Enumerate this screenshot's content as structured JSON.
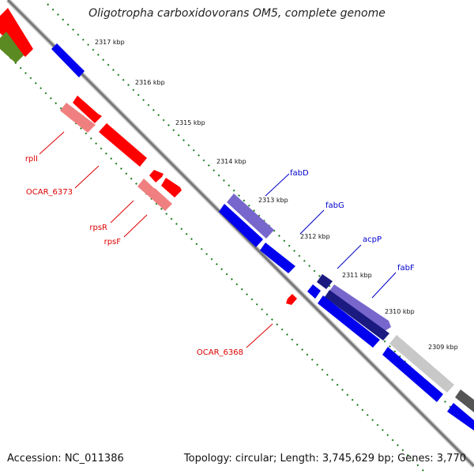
{
  "title": "Oligotropha carboxidovorans OM5, complete genome",
  "accession_label": "Accession: NC_011386",
  "topology_label": "Topology: circular; Length: 3,745,629 bp; Genes: 3,770",
  "ticks": [
    "2317 kbp",
    "2316 kbp",
    "2315 kbp",
    "2314 kbp",
    "2313 kbp",
    "2312 kbp",
    "2311 kbp",
    "2310 kbp",
    "2309 kbp"
  ],
  "genes_red": [
    "rplI",
    "OCAR_6373",
    "rpsR",
    "rpsF",
    "OCAR_6368"
  ],
  "genes_blue": [
    "fabD",
    "fabG",
    "acpP",
    "fabF"
  ],
  "colors": {
    "backbone": "#777777",
    "tick_track": "#1a7a1a",
    "red": "#ff0000",
    "light_red": "#f08080",
    "blue": "#0000ee",
    "purple": "#7766cc",
    "navy": "#1a1a80",
    "gray": "#c8c8c8",
    "dark_gray": "#555555",
    "olive": "#5c8a22",
    "red_label": "#dd0000",
    "blue_label": "#0000cc"
  }
}
